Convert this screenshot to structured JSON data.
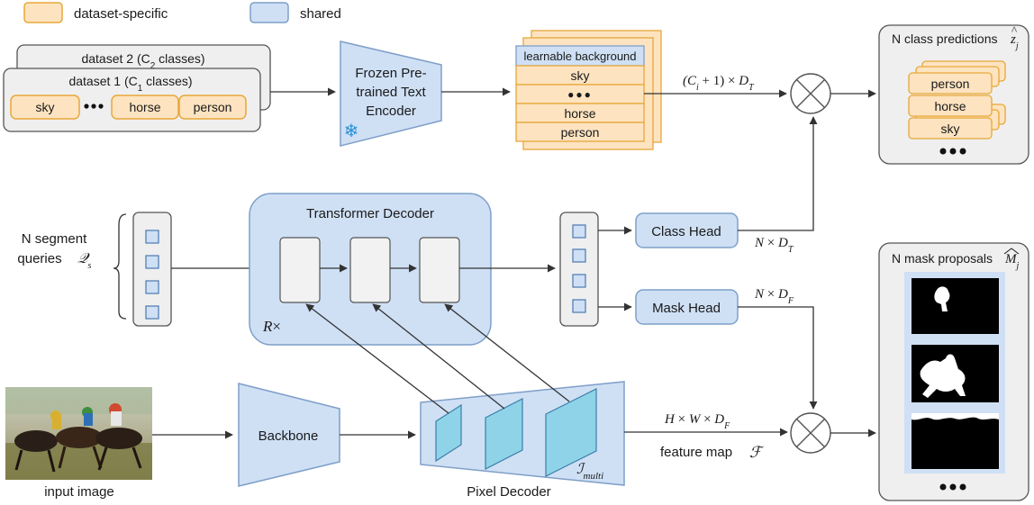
{
  "legend": {
    "dataset_specific": "dataset-specific",
    "shared": "shared"
  },
  "datasets": {
    "dataset2_label": "dataset 2 (C",
    "dataset2_sub": "2",
    "dataset2_suffix": " classes)",
    "dataset1_label": "dataset 1 (C",
    "dataset1_sub": "1",
    "dataset1_suffix": " classes)",
    "class_chips": [
      "sky",
      "horse",
      "person"
    ]
  },
  "text_encoder": {
    "line1": "Frozen Pre-",
    "line2": "trained Text",
    "line3": "Encoder",
    "frozen_symbol": "❄"
  },
  "embeddings": {
    "rows": [
      "learnable background",
      "sky",
      "●●●",
      "horse",
      "person"
    ],
    "dim_label": "(C_i + 1) × D_T"
  },
  "class_predictions": {
    "title": "N class predictions",
    "symbol": "ẑ_j",
    "items": [
      "person",
      "horse",
      "sky"
    ],
    "ellipsis": "●●●"
  },
  "queries": {
    "line1": "N segment",
    "line2": "queries",
    "symbol": "Q_s"
  },
  "transformer": {
    "title": "Transformer Decoder",
    "repeat": "R×"
  },
  "heads": {
    "class_head": "Class Head",
    "mask_head": "Mask Head",
    "class_dim": "N × D_T",
    "mask_dim": "N × D_F"
  },
  "mask_proposals": {
    "title": "N mask proposals",
    "symbol": "M̂_j",
    "ellipsis": "●●●"
  },
  "input": {
    "label": "input image"
  },
  "backbone": {
    "label": "Backbone"
  },
  "pixel_decoder": {
    "label": "Pixel Decoder",
    "symbol": "I_multi"
  },
  "feature": {
    "dim_label": "H × W × D_F",
    "label": "feature map",
    "symbol": "F"
  },
  "colors": {
    "dataset_specific_fill": "#fde3c0",
    "dataset_specific_stroke": "#e8a838",
    "shared_fill": "#cfe0f5",
    "shared_stroke": "#7f9fc8",
    "panel_fill": "#efefef",
    "arrow": "#333333"
  }
}
